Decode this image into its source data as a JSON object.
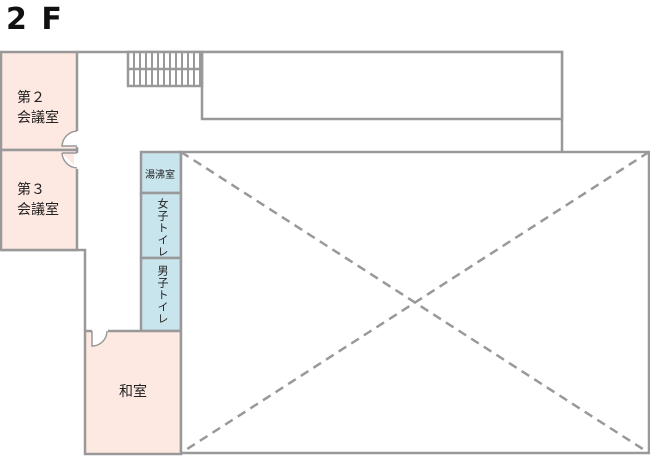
{
  "floor_label": "2 F",
  "rooms": {
    "meeting2": {
      "line1": "第２",
      "line2": "会議室"
    },
    "meeting3": {
      "line1": "第３",
      "line2": "会議室"
    },
    "kitchenette": "湯沸室",
    "womens_toilet": "女子トイレ",
    "mens_toilet": "男子トイレ",
    "japanese_room": "和室"
  },
  "colors": {
    "room_pink": "#fde8e2",
    "room_blue": "#c8e4ec",
    "wall": "#999999"
  }
}
